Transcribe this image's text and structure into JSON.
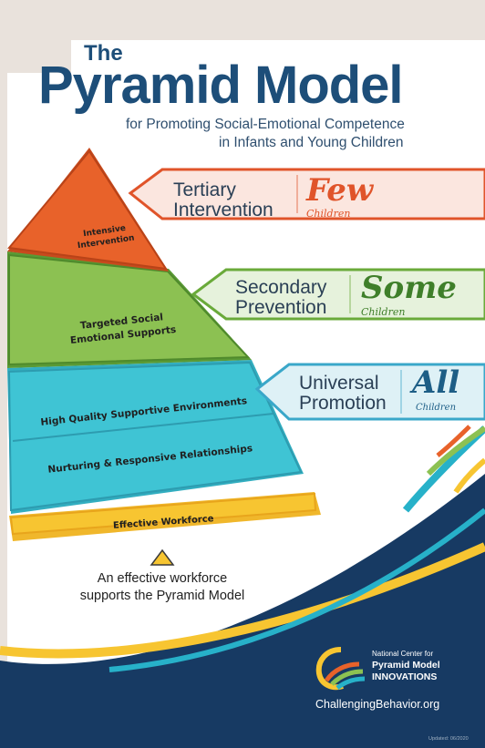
{
  "title": {
    "the": "The",
    "main": "Pyramid Model",
    "subtitle_line1": "for Promoting Social-Emotional Competence",
    "subtitle_line2": "in Infants and Young Children"
  },
  "pyramid": {
    "tiers": [
      {
        "lines": [
          "Intensive",
          "Intervention"
        ],
        "color": "#e8622a"
      },
      {
        "lines": [
          "Targeted Social",
          "Emotional Supports"
        ],
        "color": "#8cc152"
      },
      {
        "lines": [
          "High Quality Supportive Environments"
        ],
        "color": "#3fc4d4"
      },
      {
        "lines": [
          "Nurturing & Responsive Relationships"
        ],
        "color": "#3fc4d4"
      }
    ],
    "foundation": {
      "label": "Effective Workforce",
      "color": "#f7c531"
    }
  },
  "arrows": [
    {
      "line1": "Tertiary",
      "line2": "Intervention",
      "big": "Few",
      "small": "Children",
      "fill": "#fbe6df",
      "stroke": "#e0542a",
      "big_color": "#e0542a"
    },
    {
      "line1": "Secondary",
      "line2": "Prevention",
      "big": "Some",
      "small": "Children",
      "fill": "#e6f2dc",
      "stroke": "#6aaa3a",
      "big_color": "#3f7f2a"
    },
    {
      "line1": "Universal",
      "line2": "Promotion",
      "big": "All",
      "small": "Children",
      "fill": "#def1f6",
      "stroke": "#3aa7c9",
      "big_color": "#1d5e86"
    }
  ],
  "workforce_note": {
    "line1": "An effective workforce",
    "line2": "supports the Pyramid Model"
  },
  "logo": {
    "line1": "National Center for",
    "line2": "Pyramid Model",
    "line3": "INNOVATIONS",
    "website": "ChallengingBehavior.org",
    "updated": "Updated: 06/2020"
  },
  "colors": {
    "navy": "#173a63",
    "title_blue": "#1d4e79",
    "orange": "#e8622a",
    "green": "#8cc152",
    "teal": "#3fc4d4",
    "yellow": "#f7c531"
  }
}
